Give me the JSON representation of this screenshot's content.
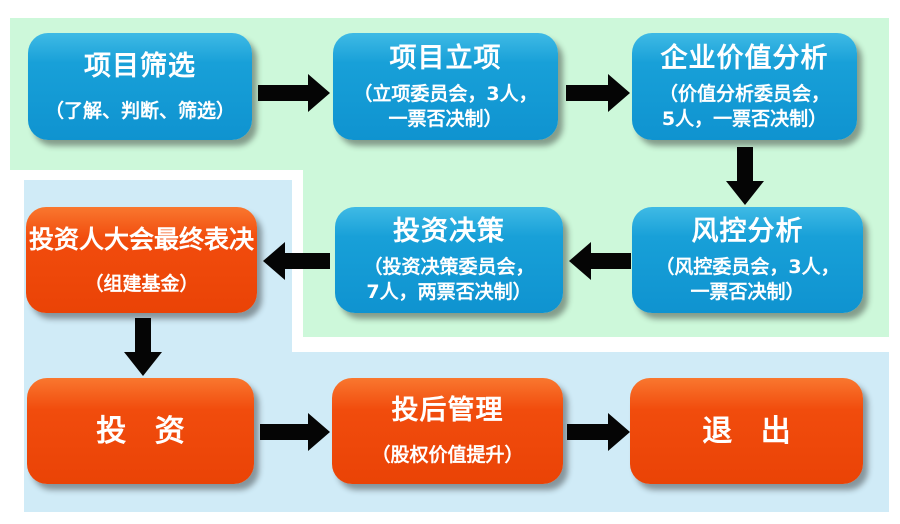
{
  "diagram": {
    "description_visible_text_only": true,
    "colors": {
      "canvas": "#ffffff",
      "green_panel": "#cdf8da",
      "blue_panel": "#d0ebf7",
      "node_blue": "#18a0d8",
      "node_orange": "#f14c0d",
      "arrow": "#050505",
      "node_text": "#ffffff"
    },
    "nodes": [
      {
        "id": "project-screening",
        "title": "项目筛选",
        "subtitle_lines": [
          "（了解、判断、筛选）"
        ],
        "style": "blue"
      },
      {
        "id": "project-initiation",
        "title": "项目立项",
        "subtitle_lines": [
          "（立项委员会，3人，",
          "一票否决制）"
        ],
        "style": "blue"
      },
      {
        "id": "enterprise-value-analysis",
        "title": "企业价值分析",
        "subtitle_lines": [
          "（价值分析委员会，",
          "5人，一票否决制）"
        ],
        "style": "blue"
      },
      {
        "id": "investor-assembly-final-vote",
        "title": "投资人大会最终表决",
        "subtitle_lines": [
          "（组建基金）"
        ],
        "style": "orange"
      },
      {
        "id": "investment-decision",
        "title": "投资决策",
        "subtitle_lines": [
          "（投资决策委员会，",
          "7人，两票否决制）"
        ],
        "style": "blue"
      },
      {
        "id": "risk-control-analysis",
        "title": "风控分析",
        "subtitle_lines": [
          "（风控委员会，3人，",
          "一票否决制）"
        ],
        "style": "blue"
      },
      {
        "id": "investment",
        "title": "投 资",
        "subtitle_lines": [],
        "style": "orange"
      },
      {
        "id": "post-investment-management",
        "title": "投后管理",
        "subtitle_lines": [
          "（股权价值提升）"
        ],
        "style": "orange"
      },
      {
        "id": "exit",
        "title": "退 出",
        "subtitle_lines": [],
        "style": "orange"
      }
    ],
    "arrows": [
      {
        "from": "project-screening",
        "to": "project-initiation",
        "direction": "right"
      },
      {
        "from": "project-initiation",
        "to": "enterprise-value-analysis",
        "direction": "right"
      },
      {
        "from": "enterprise-value-analysis",
        "to": "risk-control-analysis",
        "direction": "down"
      },
      {
        "from": "risk-control-analysis",
        "to": "investment-decision",
        "direction": "left"
      },
      {
        "from": "investment-decision",
        "to": "investor-assembly-final-vote",
        "direction": "left"
      },
      {
        "from": "investor-assembly-final-vote",
        "to": "investment",
        "direction": "down"
      },
      {
        "from": "investment",
        "to": "post-investment-management",
        "direction": "right"
      },
      {
        "from": "post-investment-management",
        "to": "exit",
        "direction": "right"
      }
    ]
  }
}
